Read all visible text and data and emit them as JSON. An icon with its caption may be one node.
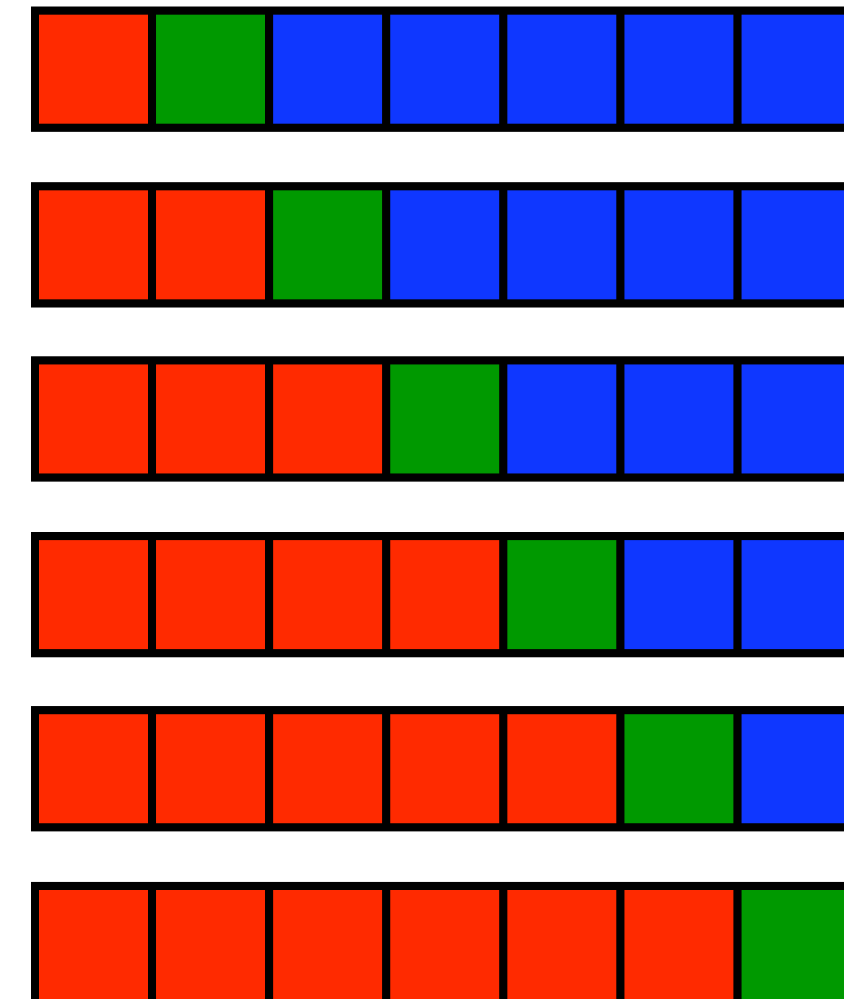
{
  "diagram": {
    "nodes": [
      {
        "text": [],
        "shape": "box"
      },
      {
        "text": [],
        "shape": "box"
      },
      {
        "text": [],
        "shape": "box"
      },
      {
        "text": [],
        "shape": "box"
      },
      {
        "text": [],
        "shape": "box"
      },
      {
        "text": [],
        "shape": "box"
      },
      {
        "text": [],
        "shape": "box"
      },
      {
        "text": [],
        "shape": "box"
      },
      {
        "text": [],
        "shape": "box"
      },
      {
        "text": [],
        "shape": "box"
      },
      {
        "text": [],
        "shape": "box"
      },
      {
        "text": [],
        "shape": "box"
      },
      {
        "text": [],
        "shape": "box"
      },
      {
        "text": [],
        "shape": "box"
      },
      {
        "text": [],
        "shape": "box"
      },
      {
        "text": [],
        "shape": "box"
      },
      {
        "text": [],
        "shape": "box"
      },
      {
        "text": [],
        "shape": "box"
      },
      {
        "text": [],
        "shape": "box"
      },
      {
        "text": [],
        "shape": "box"
      },
      {
        "text": [],
        "shape": "box"
      },
      {
        "text": [],
        "shape": "box"
      },
      {
        "text": [],
        "shape": "box"
      },
      {
        "text": [],
        "shape": "box"
      },
      {
        "text": [],
        "shape": "box"
      },
      {
        "text": [],
        "shape": "box"
      },
      {
        "text": [],
        "shape": "box"
      },
      {
        "text": [],
        "shape": "box"
      },
      {
        "text": [],
        "shape": "box"
      },
      {
        "text": [],
        "shape": "box"
      },
      {
        "text": [],
        "shape": "box"
      },
      {
        "text": [],
        "shape": "box"
      },
      {
        "text": [],
        "shape": "box"
      },
      {
        "text": [],
        "shape": "box"
      },
      {
        "text": [],
        "shape": "box"
      },
      {
        "text": [],
        "shape": "box"
      },
      {
        "text": [],
        "shape": "box"
      },
      {
        "text": [],
        "shape": "box"
      },
      {
        "text": [],
        "shape": "box"
      },
      {
        "text": [],
        "shape": "box"
      },
      {
        "text": [],
        "shape": "box"
      },
      {
        "text": [],
        "shape": "box"
      }
    ]
  }
}
